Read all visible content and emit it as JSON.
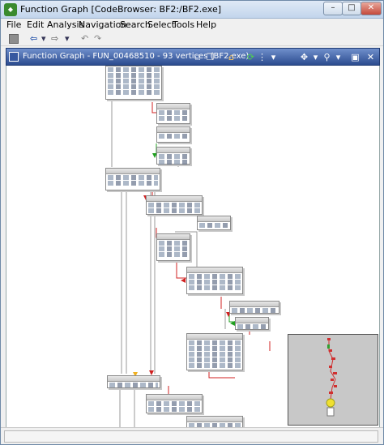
{
  "window": {
    "title": "Function Graph [CodeBrowser: BF2:/BF2.exe]",
    "controls": {
      "minimize": "–",
      "maximize": "□",
      "close": "✕"
    }
  },
  "menu": {
    "items": [
      "File",
      "Edit",
      "Analysis",
      "Navigation",
      "Search",
      "Select",
      "Tools",
      "Help"
    ]
  },
  "toolbar": {
    "icons": [
      "stop-icon",
      "back-arrow-icon",
      "forward-arrow-icon",
      "undo-icon",
      "redo-icon"
    ],
    "glyphs": {
      "back": "⇦",
      "dropdown": "▾",
      "forward": "⇨",
      "undo": "↶",
      "redo": "↷"
    }
  },
  "graph_panel": {
    "header": "Function Graph - FUN_00468510 - 93 vertices  (BF2.exe)",
    "buttons": {
      "copy": "⧉",
      "paste": "❐",
      "home": "⌂",
      "refresh": "⟳",
      "layout": "⋮",
      "dropdown": "▾",
      "navigate": "✥",
      "zoom": "⚲",
      "snapshot": "▣",
      "close": "✕"
    }
  },
  "colors": {
    "titlebar": "#c2d5ec",
    "graph_header": "#2c4c8f",
    "edge_red": "#d02020",
    "edge_green": "#20a020",
    "edge_gray": "#9a9a9a",
    "minimap_bg": "#c8c8c8",
    "minimap_node": "#d03030",
    "minimap_highlight": "#f0e030"
  }
}
